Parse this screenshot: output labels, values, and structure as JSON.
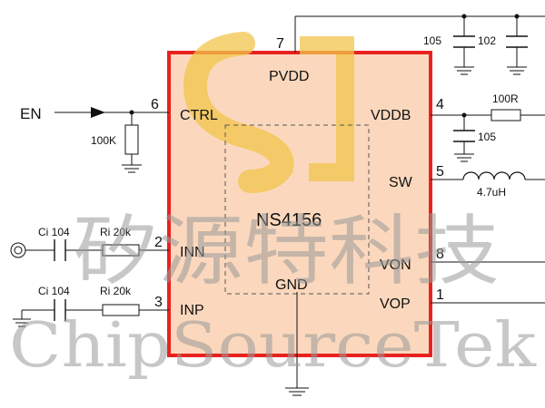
{
  "chip": {
    "name": "NS4156",
    "fill_color": "#fbd8bd",
    "border_color": "#e8221f",
    "pins": [
      {
        "number": "7",
        "label": "PVDD"
      },
      {
        "number": "6",
        "label": "CTRL"
      },
      {
        "number": "4",
        "label": "VDDB"
      },
      {
        "number": "5",
        "label": "SW"
      },
      {
        "number": "2",
        "label": "INN"
      },
      {
        "number": "8",
        "label": "VON"
      },
      {
        "number": "3",
        "label": "INP"
      },
      {
        "number": "1",
        "label": "VOP"
      },
      {
        "label": "GND"
      }
    ]
  },
  "inputs": {
    "enable": "EN"
  },
  "components": {
    "r_ctrl": "100K",
    "c_top_1": "105",
    "c_top_2": "102",
    "r_vddb": "100R",
    "c_vddb": "105",
    "inductor": "4.7uH",
    "c_inn": "Ci 104",
    "r_inn": "Ri 20k",
    "c_inp": "Ci 104",
    "r_inp": "Ri 20k"
  },
  "watermark": {
    "cn": "矽源特科技",
    "en": "ChipSourceTek",
    "logo_color": "#f2c54b"
  }
}
